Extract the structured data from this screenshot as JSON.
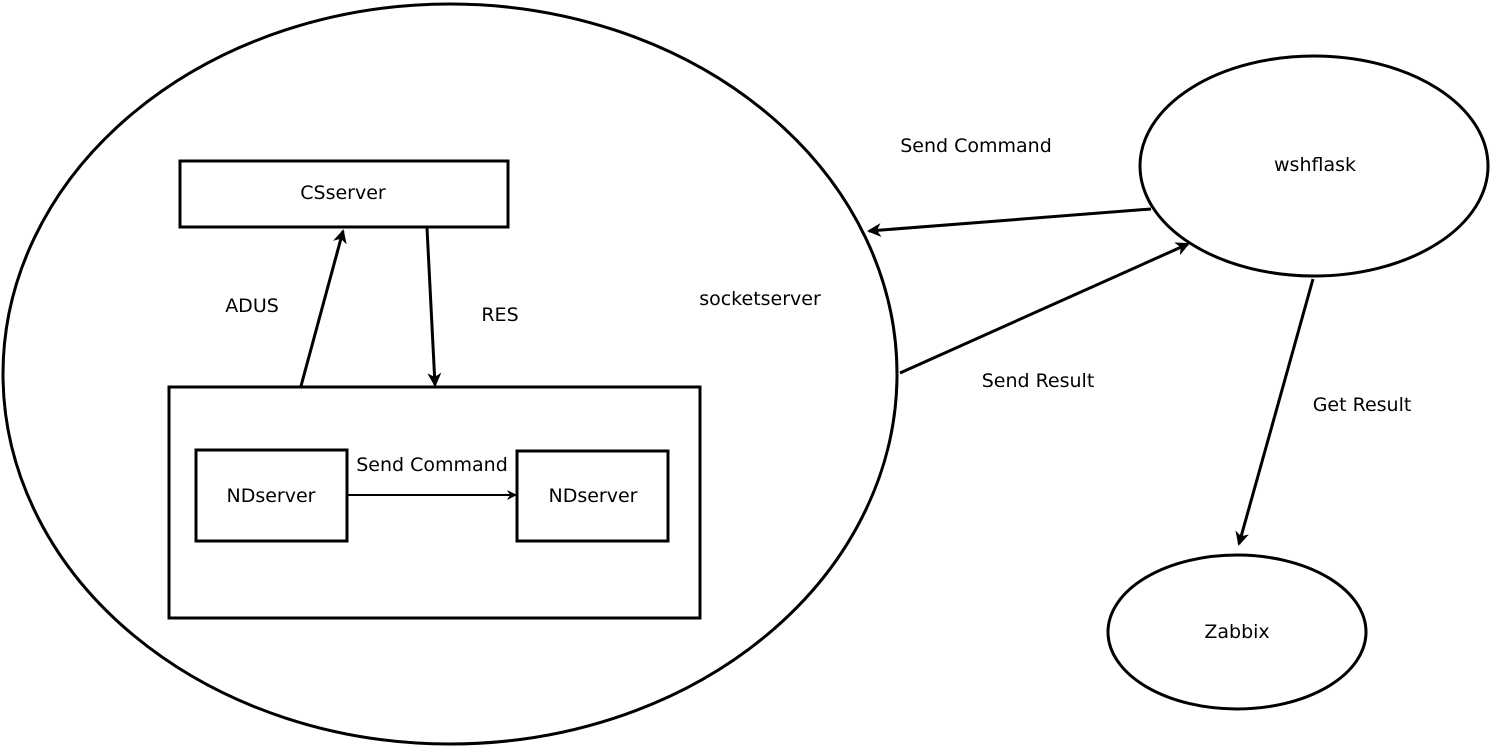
{
  "colors": {
    "stroke": "#000000",
    "background": "#ffffff"
  },
  "nodes": {
    "socketserver": "socketserver",
    "csserver": "CSserver",
    "ndserver_left": "NDserver",
    "ndserver_right": "NDserver",
    "wshflask": "wshflask",
    "zabbix": "Zabbix"
  },
  "edges": {
    "adus": "ADUS",
    "res": "RES",
    "nd_send_command": "Send Command",
    "send_command": "Send Command",
    "send_result": "Send Result",
    "get_result": "Get Result"
  }
}
